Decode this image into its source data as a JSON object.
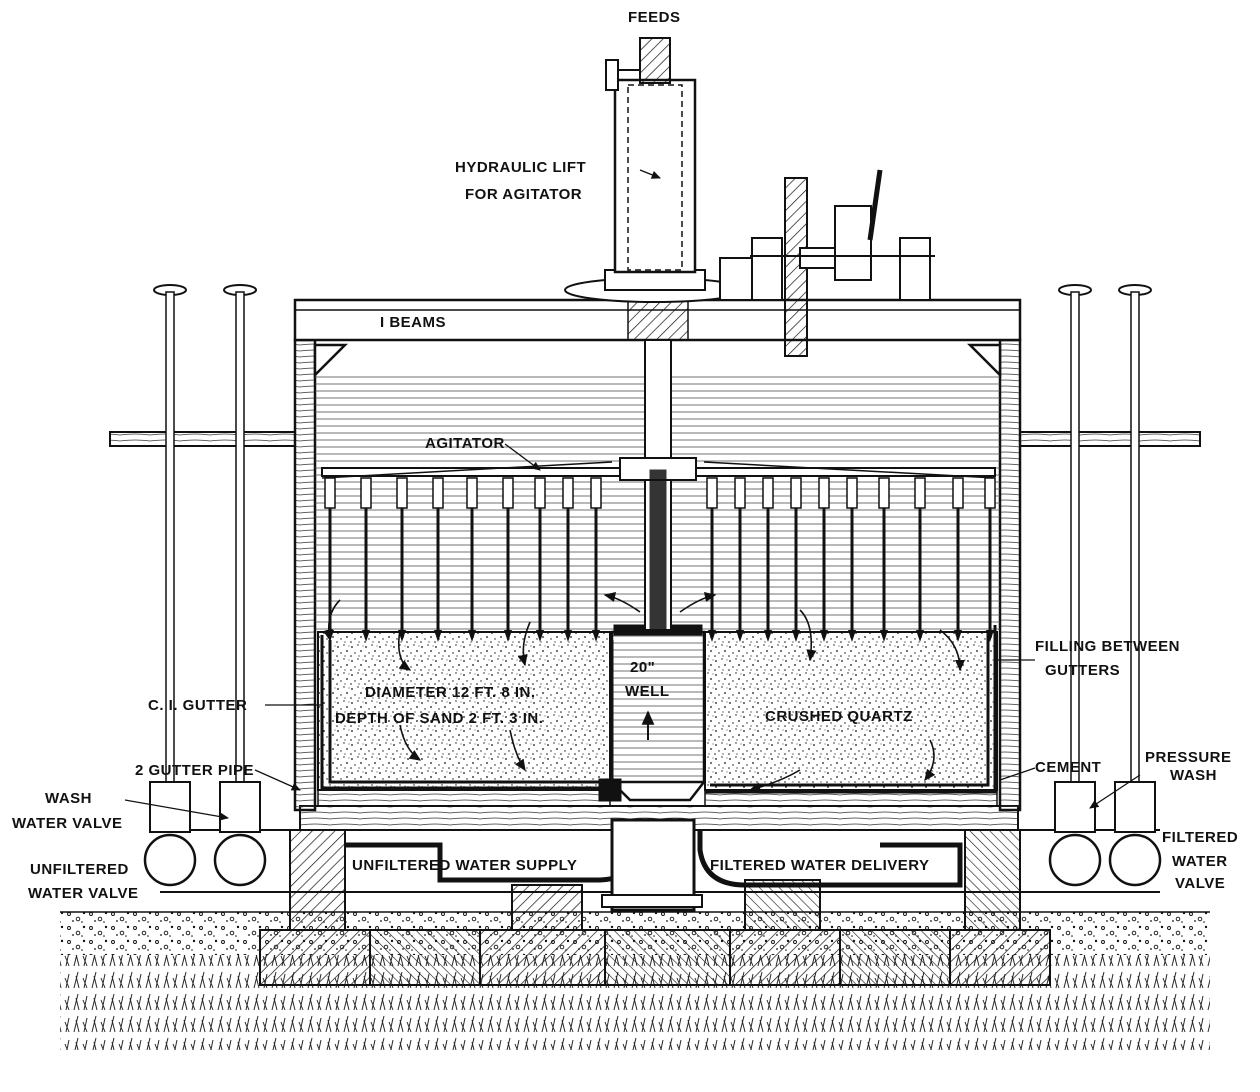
{
  "diagram": {
    "style": "black-and-white engineering cross-section",
    "colors": {
      "ink": "#111111",
      "paper": "#ffffff",
      "water_line": "#555555"
    },
    "labels": {
      "feeds": "FEEDS",
      "hydraulic_lift_1": "HYDRAULIC LIFT",
      "hydraulic_lift_2": "FOR AGITATOR",
      "i_beams": "I BEAMS",
      "agitator": "AGITATOR",
      "well_size": "20\"",
      "well": "WELL",
      "diameter": "DIAMETER 12 FT. 8 IN.",
      "depth_of_sand": "DEPTH OF SAND  2 FT. 3 IN.",
      "crushed_quartz": "CRUSHED  QUARTZ",
      "ci_gutter": "C. I. GUTTER",
      "gutter_pipe": "2 GUTTER PIPE",
      "wash_1": "WASH",
      "wash_2": "WATER VALVE",
      "unfiltered_valve_1": "UNFILTERED",
      "unfiltered_valve_2": "WATER VALVE",
      "unfiltered_supply": "UNFILTERED WATER SUPPLY",
      "filtered_delivery": "FILTERED WATER  DELIVERY",
      "filling_1": "FILLING BETWEEN",
      "filling_2": "GUTTERS",
      "cement": "CEMENT",
      "pressure_1": "PRESSURE",
      "pressure_2": "WASH",
      "filtered_valve_1": "FILTERED",
      "filtered_valve_2": "WATER",
      "filtered_valve_3": "VALVE"
    }
  }
}
